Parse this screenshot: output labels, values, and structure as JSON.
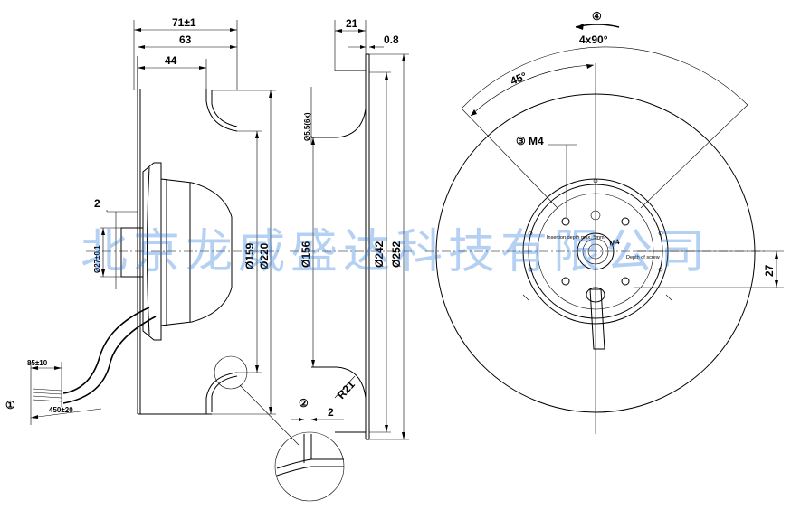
{
  "dimensions": {
    "overall_depth": "71±1",
    "depth_63": "63",
    "depth_44": "44",
    "offset_2": "2",
    "hub_diameter": "Ø27±0.1",
    "dia_159": "Ø159",
    "dia_220": "Ø220",
    "cable_85": "85±10",
    "cable_450": "450±20",
    "width_21": "21",
    "thickness_0_8": "0.8",
    "hole_dia": "Ø5.5(6x)",
    "dia_156": "Ø156",
    "dia_242": "Ø242",
    "dia_252": "Ø252",
    "radius_21": "R21",
    "detail_2": "2",
    "pattern": "4x90°",
    "angle_45": "45°",
    "thread_m4": "M4",
    "offset_27": "27",
    "screw_label_m4": "M4",
    "insertion_depth": "Insertion depth max. 5mm",
    "depth_of_screw": "Depth of screw"
  },
  "callouts": {
    "c1": "①",
    "c2": "②",
    "c3": "③",
    "c4": "④"
  },
  "watermark": "北京龙威盛达科技有限公司"
}
